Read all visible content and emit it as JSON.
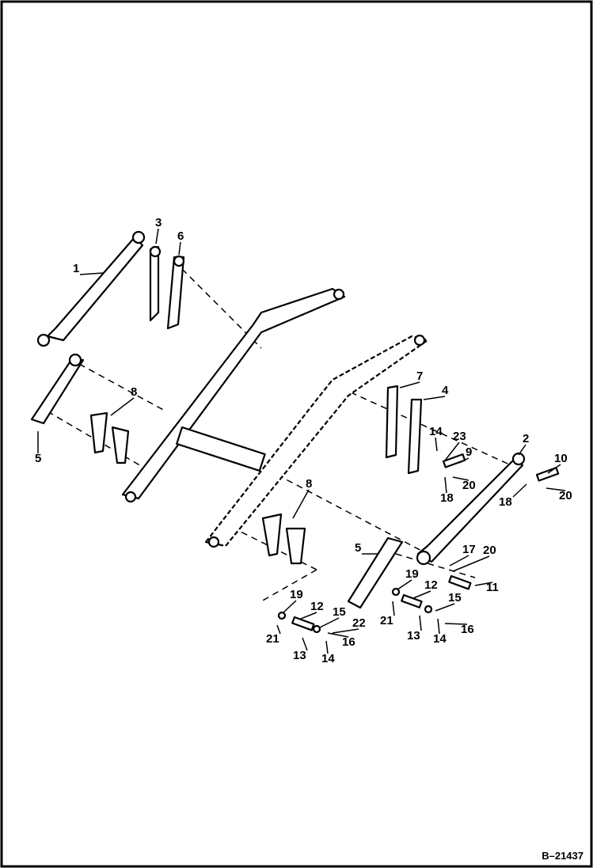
{
  "diagram": {
    "type": "exploded-parts-view",
    "figure_number": "B–21437",
    "callouts": [
      "1",
      "3",
      "6",
      "5",
      "8",
      "7",
      "4",
      "14",
      "23",
      "9",
      "20",
      "18",
      "2",
      "10",
      "18",
      "20",
      "8",
      "5",
      "17",
      "20",
      "11",
      "19",
      "12",
      "21",
      "15",
      "13",
      "14",
      "16",
      "19",
      "12",
      "15",
      "22",
      "21",
      "13",
      "14",
      "16"
    ]
  }
}
